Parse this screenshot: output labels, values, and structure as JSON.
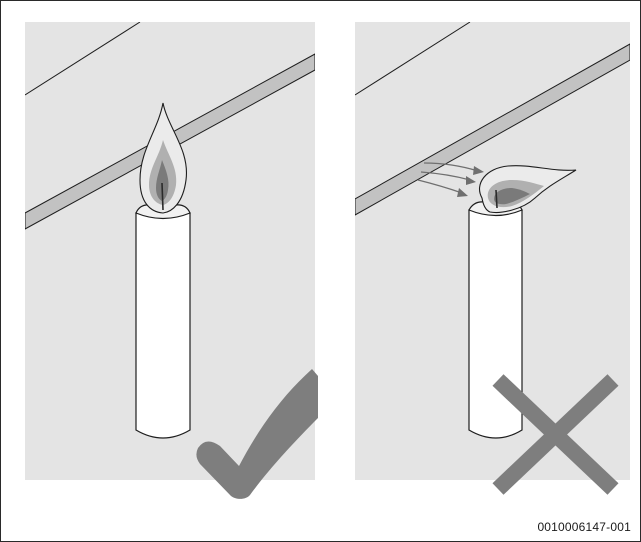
{
  "figure": {
    "caption_id": "0010006147-001",
    "panels": [
      {
        "name": "correct-panel",
        "flame_state": "steady-upright",
        "verdict": "correct",
        "verdict_icon": "checkmark-icon"
      },
      {
        "name": "incorrect-panel",
        "flame_state": "deflected-by-draught",
        "verdict": "incorrect",
        "verdict_icon": "cross-icon"
      }
    ]
  },
  "colors": {
    "panel_bg": "#e4e4e4",
    "line": "#1e1e1e",
    "candle": "#ffffff",
    "flame_outer": "#e9e9e9",
    "flame_inner": "#9a9a9a",
    "flame_core": "#6c6c6c",
    "verdict_mark": "#7e7e7e",
    "draught_arrow": "#6f6f6f",
    "window_strip": "#c2c2c2"
  }
}
